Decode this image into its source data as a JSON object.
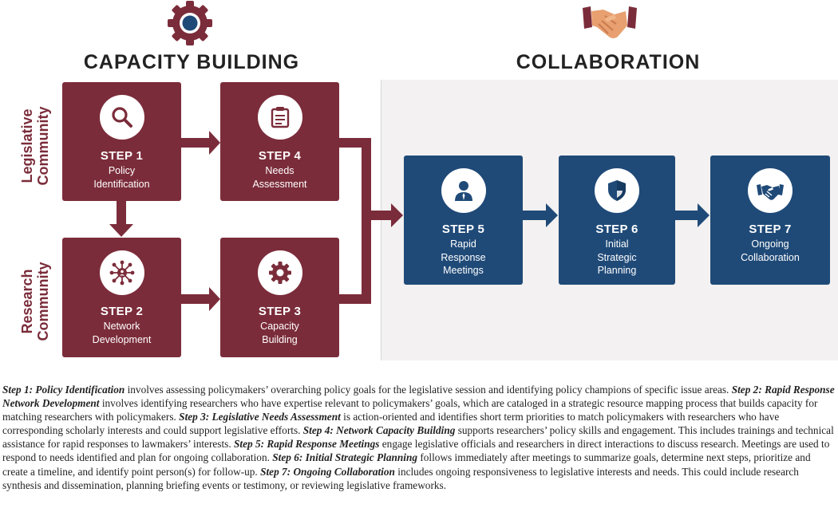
{
  "sections": {
    "capacity_title": "CAPACITY BUILDING",
    "collab_title": "COLLABORATION"
  },
  "side_labels": {
    "legislative": "Legislative\nCommunity",
    "research": "Research\nCommunity"
  },
  "steps": [
    {
      "label": "STEP 1",
      "text": "Policy\nIdentification",
      "icon": "search-icon"
    },
    {
      "label": "STEP 4",
      "text": "Needs\nAssessment",
      "icon": "clipboard-icon"
    },
    {
      "label": "STEP 2",
      "text": "Network\nDevelopment",
      "icon": "network-icon"
    },
    {
      "label": "STEP 3",
      "text": "Capacity\nBuilding",
      "icon": "gear-icon"
    },
    {
      "label": "STEP 5",
      "text": "Rapid\nResponse\nMeetings",
      "icon": "person-icon"
    },
    {
      "label": "STEP 6",
      "text": "Initial\nStrategic\nPlanning",
      "icon": "shield-icon"
    },
    {
      "label": "STEP 7",
      "text": "Ongoing\nCollaboration",
      "icon": "handshake-icon"
    }
  ],
  "colors": {
    "maroon": "#7b2c3a",
    "navy": "#1f4a78",
    "collab_bg": "#f3f1f1"
  },
  "description": [
    {
      "title": "Step 1: Policy Identification",
      "body": " involves assessing policymakers’ overarching policy goals for the legislative session and identifying policy champions of specific issue areas. "
    },
    {
      "title": "Step 2: Rapid Response Network Development",
      "body": " involves identifying researchers who have expertise relevant to policymakers’ goals, which are cataloged in a strategic resource mapping process that builds capacity for matching researchers with policymakers. "
    },
    {
      "title": "Step 3: Legislative Needs Assessment",
      "body": " is action-oriented and identifies short term priorities to match policymakers with researchers who have corresponding scholarly interests and could support legislative efforts. "
    },
    {
      "title": "Step 4: Network Capacity Building",
      "body": " supports researchers’ policy skills and engagement. This includes trainings and technical assistance for rapid responses to lawmakers’ interests. "
    },
    {
      "title": "Step 5: Rapid Response Meetings",
      "body": " engage legislative officials and researchers in direct interactions to discuss research. Meetings are used to respond to needs identified and plan for ongoing collaboration. "
    },
    {
      "title": "Step 6: Initial Strategic Planning",
      "body": " follows immediately after meetings to summarize goals, determine next steps, prioritize and create a timeline, and identify point person(s) for follow-up. "
    },
    {
      "title": "Step 7: Ongoing Collaboration",
      "body": " includes ongoing responsiveness to legislative interests and needs. This could include research synthesis and dissemination, planning briefing events or testimony, or reviewing legislative frameworks."
    }
  ]
}
